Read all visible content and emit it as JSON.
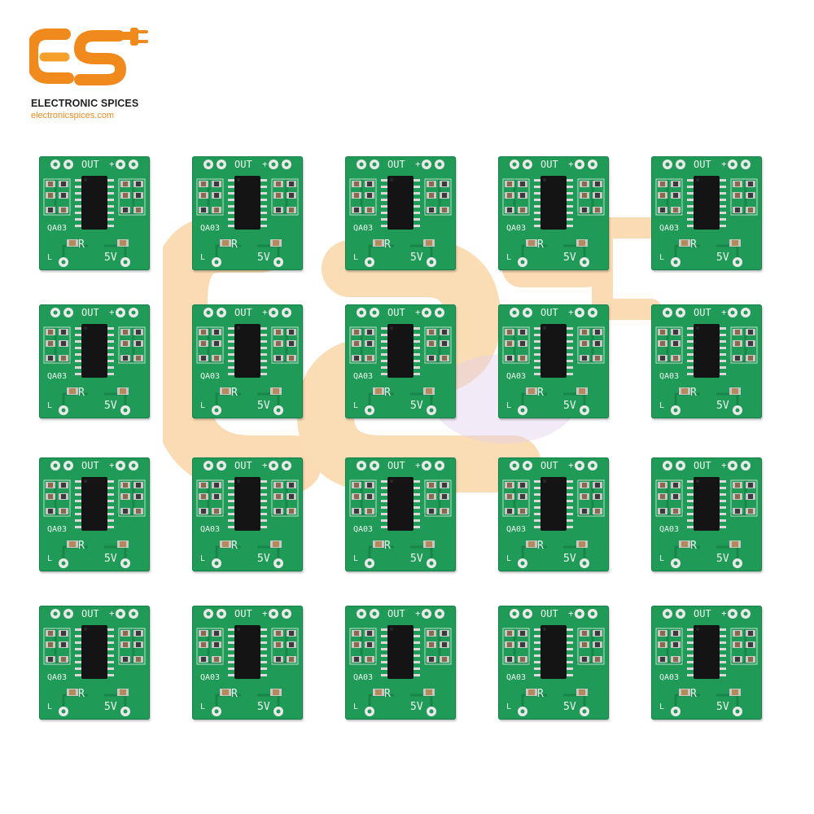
{
  "brand": {
    "name": "ELECTRONIC SPICES",
    "url": "electronicspices.com",
    "logo_letters": "ES",
    "colors": {
      "primary": "#f08a1c",
      "secondary": "#f5b335",
      "text": "#222222"
    }
  },
  "product": {
    "module_count": 20,
    "rows": 4,
    "columns": 5,
    "board_color": "#1f9a57",
    "silkscreen": {
      "out_label": "OUT",
      "plus_label": "+",
      "qa_label": "QA03",
      "r_label": "R",
      "l_label": "L",
      "power_label": "5V"
    }
  },
  "watermark": {
    "logo_letters": "ES"
  }
}
